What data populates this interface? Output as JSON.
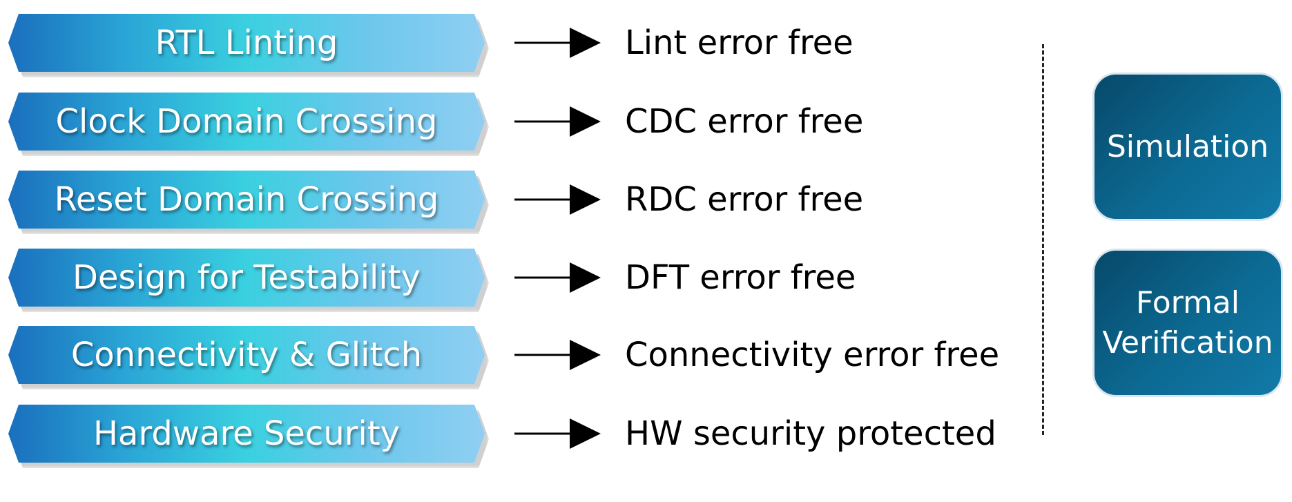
{
  "steps": [
    {
      "label": "RTL Linting",
      "result": "Lint error free"
    },
    {
      "label": "Clock Domain Crossing",
      "result": "CDC error free"
    },
    {
      "label": "Reset Domain Crossing",
      "result": "RDC error free"
    },
    {
      "label": "Design for Testability",
      "result": "DFT error free"
    },
    {
      "label": "Connectivity & Glitch",
      "result": "Connectivity error free"
    },
    {
      "label": "Hardware Security",
      "result": "HW security protected"
    }
  ],
  "methods": [
    {
      "label": "Simulation"
    },
    {
      "label": "Formal\nVerification"
    }
  ],
  "colors": {
    "step_gradient": [
      "#1a6fbd",
      "#3ad0e0",
      "#8fcff2"
    ],
    "method_fill": "#0c6a93"
  }
}
